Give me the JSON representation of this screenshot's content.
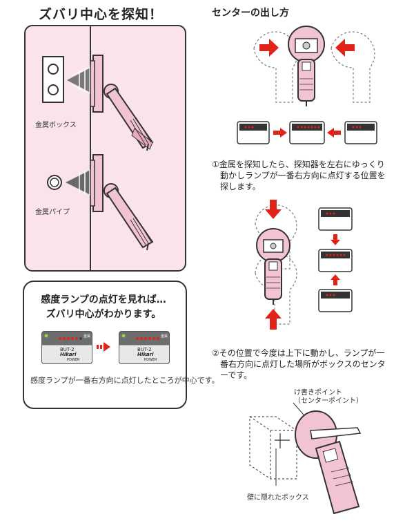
{
  "left": {
    "title": "ズバリ中心を探知！",
    "metal_box_label": "金属ボックス",
    "metal_pipe_label": "金属パイプ"
  },
  "info": {
    "heading_line1": "感度ランプの点灯を見れば…",
    "heading_line2": "ズバリ中心がわかります。",
    "device_model": "BUT-2",
    "device_brand": "Hikari",
    "device_power": "POWER",
    "device_metal": "金属",
    "caption": "感度ランプが一番右方向に点灯したところが中心です。"
  },
  "right": {
    "title": "センターの出し方",
    "step1_line1": "①金属を探知したら、探知器を左右にゆっくり",
    "step1_line2": "動かしランプが一番右方向に点灯する位置を",
    "step1_line3": "探します。",
    "step2_line1": "②その位置で今度は上下に動かし、ランプが一",
    "step2_line2": "番右方向に点灯した場所がボックスのセンタ",
    "step2_line3": "ーです。",
    "marking_point_line1": "け書きポイント",
    "marking_point_line2": "（センターポイント）",
    "hidden_box_label": "壁に隠れたボックス"
  },
  "colors": {
    "accent_red": "#e2231a",
    "panel_pink": "#fbe3ee",
    "device_pink": "#f2c3d3",
    "outline": "#333333"
  },
  "icons": [
    "metal-box-icon",
    "metal-pipe-icon",
    "detector-icon",
    "arrow-right-icon",
    "arrow-left-icon",
    "arrow-up-icon",
    "arrow-down-icon",
    "lamp-panel-icon"
  ]
}
